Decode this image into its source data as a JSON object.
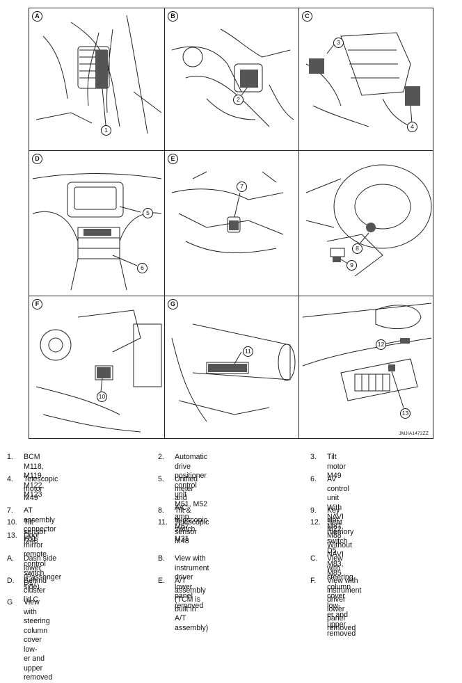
{
  "figure": {
    "code": "JMJIA1472ZZ",
    "panels": [
      {
        "letter": "A",
        "callouts": [
          "1"
        ]
      },
      {
        "letter": "B",
        "callouts": [
          "2"
        ]
      },
      {
        "letter": "C",
        "callouts": [
          "3",
          "4"
        ]
      },
      {
        "letter": "D",
        "callouts": [
          "5",
          "6"
        ]
      },
      {
        "letter": "E",
        "callouts": [
          "7"
        ]
      },
      {
        "letter": "",
        "callouts": [
          "8",
          "9"
        ]
      },
      {
        "letter": "F",
        "callouts": [
          "10"
        ]
      },
      {
        "letter": "G",
        "callouts": [
          "11"
        ]
      },
      {
        "letter": "",
        "callouts": [
          "12",
          "13"
        ]
      }
    ]
  },
  "legend": [
    {
      "num": "1.",
      "text": "BCM M118, M119, M122, M123"
    },
    {
      "num": "2.",
      "text": "Automatic drive positioner control unit\nM51, M52"
    },
    {
      "num": "3.",
      "text": "Tilt motor M49"
    },
    {
      "num": "4.",
      "text": "Telescopic motor M49"
    },
    {
      "num": "5.",
      "text": "Unified meter and A/C amp. M67"
    },
    {
      "num": "6.",
      "text": "AV control unit\nWith NAVI M87, M88\nWithout NAVI M83, M85"
    },
    {
      "num": "7.",
      "text": "AT assembly connector F51"
    },
    {
      "num": "8.",
      "text": "Tilt & telescopic switch M31"
    },
    {
      "num": "9.",
      "text": "Key slot M22"
    },
    {
      "num": "10.",
      "text": "Tilt sensor M48"
    },
    {
      "num": "11.",
      "text": "Telescopic sensor M48"
    },
    {
      "num": "12.",
      "text": "Seat memory switch D5"
    },
    {
      "num": "13.",
      "text": "Door mirror remote control switch\nD17"
    },
    {
      "num": "A.",
      "text": "Dash side lower (Passenger side)"
    },
    {
      "num": "B.",
      "text": "View with instrument driver lower\npanel removed"
    },
    {
      "num": "C.",
      "text": "View with steering column cover low-\ner and upper removed"
    },
    {
      "num": "D.",
      "text": "Behind cluster lid C"
    },
    {
      "num": "E.",
      "text": "A/T assembly\n(TCM is built in A/T assembly)"
    },
    {
      "num": "F.",
      "text": "View with instrument driver lower\npanel removed"
    },
    {
      "num": "G",
      "text": "View with steering column cover low-\ner and upper removed"
    }
  ]
}
